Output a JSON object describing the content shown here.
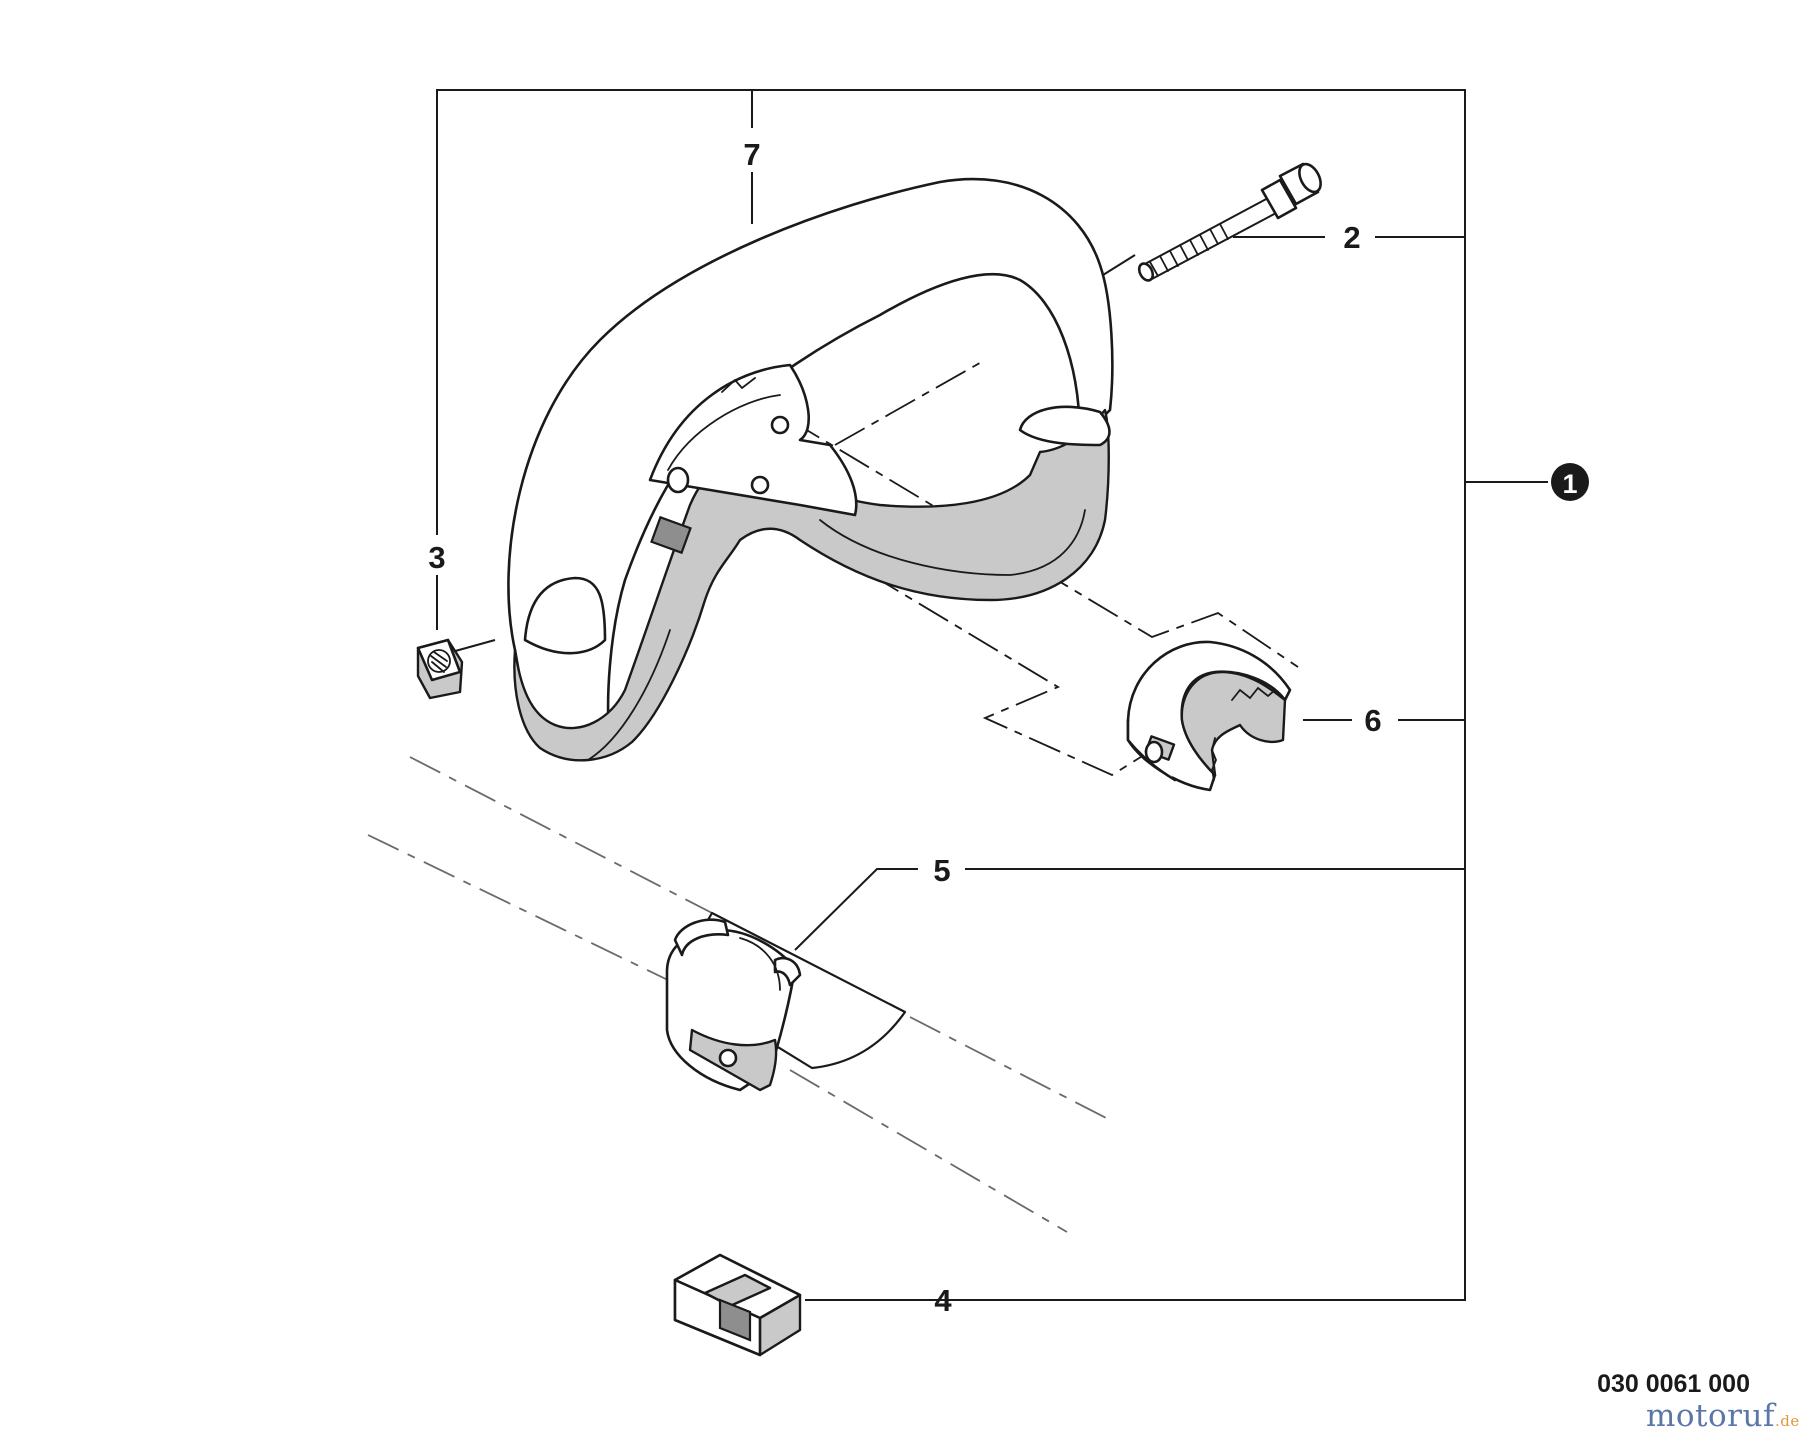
{
  "callouts": {
    "assembly": "1",
    "bolt": "2",
    "nut": "3",
    "spacer": "4",
    "clamp": "5",
    "bracket": "6",
    "handle": "7"
  },
  "reference_number": "030 0061 000",
  "watermark": {
    "main": "motoruf",
    "tld": ".de"
  }
}
